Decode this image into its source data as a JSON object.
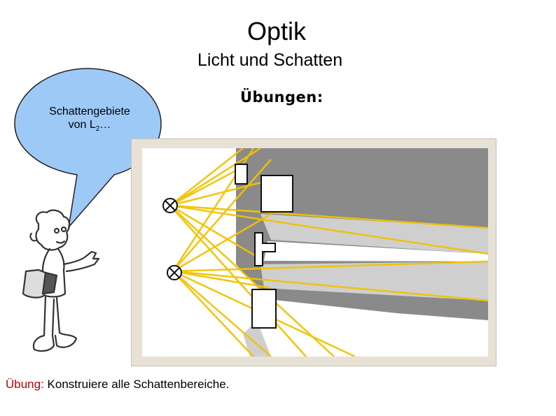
{
  "slide": {
    "title": "Optik",
    "subtitle": "Licht und Schatten",
    "section_heading": "Übungen:",
    "bubble": {
      "line1": "Schattengebiete",
      "line2_prefix": "von L",
      "line2_sub": "2",
      "line2_suffix": "…"
    },
    "task": {
      "label": "Übung:",
      "text": " Konstruiere alle Schattenbereiche."
    }
  },
  "colors": {
    "bubble_fill": "#9dc9f7",
    "ray": "#f2c200",
    "shadow_dark": "#8a8a8a",
    "shadow_light": "#cfcfcf",
    "task_label": "#c00000"
  },
  "icons": {
    "light_source_1": "light-bulb-cross-icon",
    "light_source_2": "light-bulb-cross-icon",
    "character": "cartoon-character-icon"
  }
}
